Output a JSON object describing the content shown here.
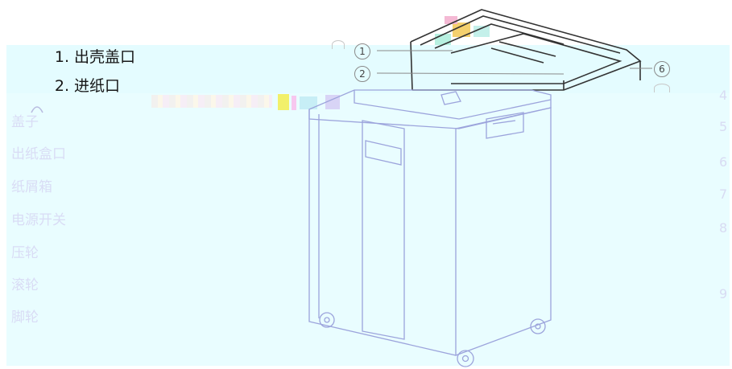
{
  "legend": {
    "item1": {
      "num": "1.",
      "label": "出壳盖口"
    },
    "item2": {
      "num": "2.",
      "label": "进纸口"
    },
    "faint_items": [
      "盖子",
      "出纸盒口",
      "纸屑箱",
      "电源开关",
      "压轮",
      "滚轮",
      "脚轮"
    ]
  },
  "callouts": {
    "c1": "1",
    "c2": "2",
    "c6": "6"
  },
  "right_numbers": [
    "4",
    "5",
    "6",
    "7",
    "8",
    "9"
  ],
  "colors": {
    "tint_band": "#e9fdff",
    "line_art": "#9ca4dc",
    "lid_line": "#333333",
    "faint_text": "#d9dcf5"
  }
}
